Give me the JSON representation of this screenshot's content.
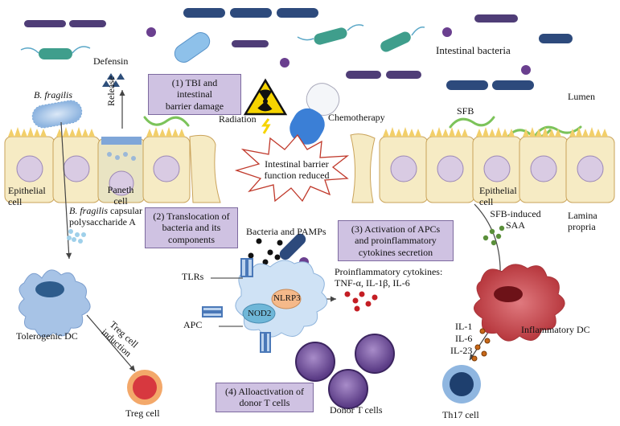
{
  "labels": {
    "lumen_bacteria": "Intestinal bacteria",
    "lumen": "Lumen",
    "defensin": "Defensin",
    "release": "Release",
    "b_fragilis": "B. fragilis",
    "radiation": "Radiation",
    "chemotherapy": "Chemotherapy",
    "sfb": "SFB",
    "barrier_reduced_line1": "Intestinal barrier",
    "barrier_reduced_line2": "function reduced",
    "epithelial_cell_left_line1": "Epithelial",
    "epithelial_cell_left_line2": "cell",
    "paneth_line1": "Paneth",
    "paneth_line2": "cell",
    "epithelial_cell_right_line1": "Epithelial",
    "epithelial_cell_right_line2": "cell",
    "capsular_italic": "B. fragilis",
    "capsular_rest": " capsular",
    "capsular_line2": "polysaccharide A",
    "sfb_saa_line1": "SFB-induced",
    "sfb_saa_line2": "SAA",
    "lamina_line1": "Lamina",
    "lamina_line2": "propria",
    "bacteria_pamps": "Bacteria and PAMPs",
    "proinflam_line1": "Proinflammatory cytokines:",
    "proinflam_line2": "TNF-α, IL-1β, IL-6",
    "tlrs": "TLRs",
    "apc": "APC",
    "nlrp3": "NLRP3",
    "nod2": "NOD2",
    "tolerogenic_dc": "Tolerogenic DC",
    "treg_induction_line1": "Treg cell",
    "treg_induction_line2": "induction",
    "treg_cell": "Treg cell",
    "donor_t_cells": "Donor T cells",
    "inflammatory_dc": "Inflammatory DC",
    "il1": "IL-1",
    "il6": "IL-6",
    "il23": "IL-23",
    "th17": "Th17 cell"
  },
  "boxes": {
    "box1_line1": "(1) TBI and intestinal",
    "box1_line2": "barrier damage",
    "box2_line1": "(2) Translocation of",
    "box2_line2": "bacteria and its",
    "box2_line3": "components",
    "box3_line1": "(3) Activation of APCs",
    "box3_line2": "and proinflammatory",
    "box3_line3": "cytokines secretion",
    "box4_line1": "(4) Alloactivation of",
    "box4_line2": "donor T cells"
  },
  "colors": {
    "epithelium": "#f6ebc4",
    "nucleus": "#d9cbe3",
    "box_fill": "#cfc2e2",
    "tolerogenic_dc": "#a7c3e6",
    "inflammatory_dc": "#c9474d",
    "t_cell": "#5b3c86",
    "sfb": "#7cc35a"
  }
}
